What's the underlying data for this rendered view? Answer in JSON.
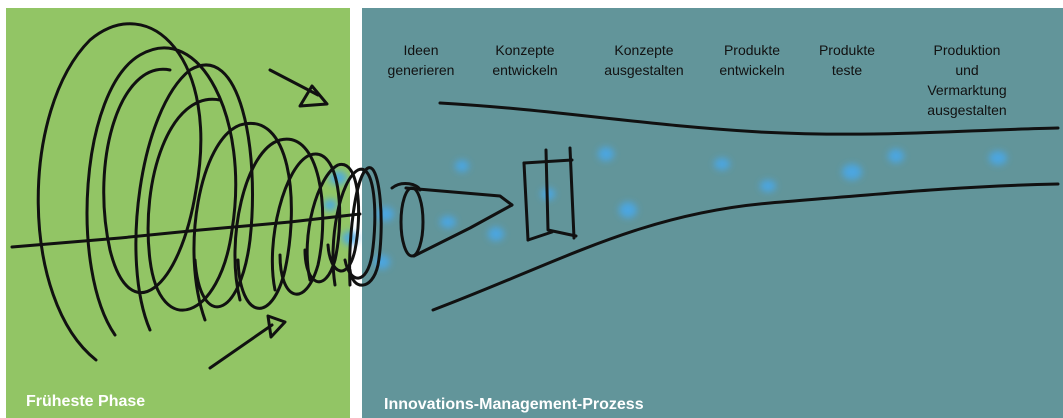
{
  "left_panel": {
    "label": "Früheste Phase",
    "color": "#92c565"
  },
  "right_panel": {
    "label": "Innovations-Management-Prozess",
    "color": "#62959a"
  },
  "stages": [
    {
      "label": "Ideen\ngenerieren"
    },
    {
      "label": "Konzepte\nentwickeln"
    },
    {
      "label": "Konzepte\nausgestalten"
    },
    {
      "label": "Produkte\nentwickeln"
    },
    {
      "label": "Produkte\nteste"
    },
    {
      "label": "Produktion\nund\nVermarktung\nausgestalten"
    }
  ],
  "colors": {
    "ink": "#111111",
    "idea_dots": "#4aa8e8"
  },
  "icons": [
    "arrowhead-icon",
    "funnel-sketch",
    "spiral-sketch",
    "gate-icon"
  ]
}
